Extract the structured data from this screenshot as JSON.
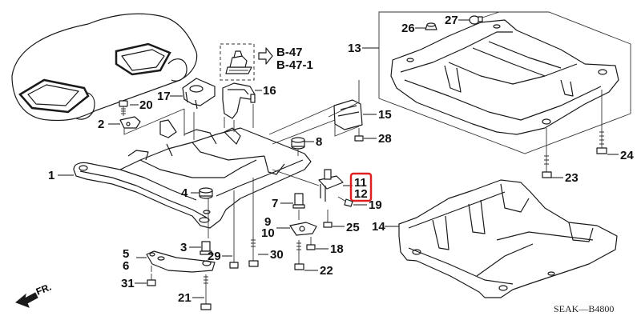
{
  "diagram": {
    "title": "Front Sub-Frame Parts Diagram",
    "diagram_code": "SEAK—B4800",
    "direction_label": "FR.",
    "reference_labels": [
      "B-47",
      "B-47-1"
    ],
    "highlight_color": "#e02020",
    "highlighted_callouts": [
      "11",
      "12"
    ],
    "callouts": {
      "c1": "1",
      "c2": "2",
      "c3": "3",
      "c4": "4",
      "c5": "5",
      "c6": "6",
      "c7": "7",
      "c8": "8",
      "c9": "9",
      "c10": "10",
      "c11": "11",
      "c12": "12",
      "c13": "13",
      "c14": "14",
      "c15": "15",
      "c16": "16",
      "c17": "17",
      "c18": "18",
      "c19": "19",
      "c20": "20",
      "c21": "21",
      "c22": "22",
      "c23": "23",
      "c24": "24",
      "c25": "25",
      "c26": "26",
      "c27": "27",
      "c28": "28",
      "c29": "29",
      "c30": "30",
      "c31": "31"
    }
  }
}
